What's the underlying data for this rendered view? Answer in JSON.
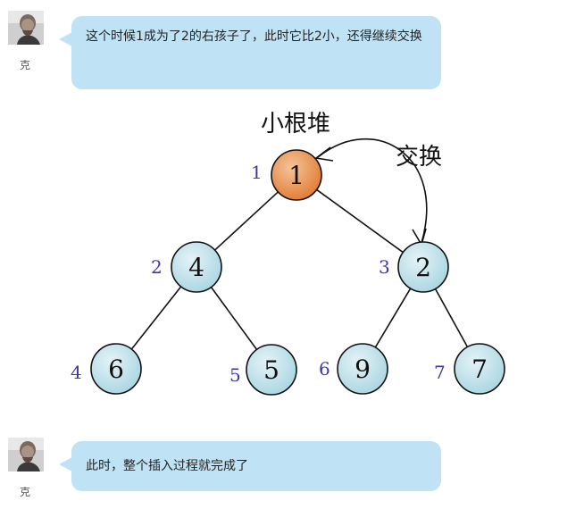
{
  "messages": [
    {
      "sender": "克",
      "text": "这个时候1成为了2的右孩子了，此时它比2小，还得继续交换"
    },
    {
      "sender": "克",
      "text": "此时，整个插入过程就完成了"
    }
  ],
  "diagram": {
    "heap_label": "小根堆",
    "swap_label": "交换",
    "nodes": [
      {
        "value": "1",
        "index": "1",
        "highlight": true
      },
      {
        "value": "4",
        "index": "2",
        "highlight": false
      },
      {
        "value": "2",
        "index": "3",
        "highlight": false
      },
      {
        "value": "6",
        "index": "4",
        "highlight": false
      },
      {
        "value": "5",
        "index": "5",
        "highlight": false
      },
      {
        "value": "9",
        "index": "6",
        "highlight": false
      },
      {
        "value": "7",
        "index": "7",
        "highlight": false
      }
    ],
    "colors": {
      "highlight_fill": "#e58a45",
      "node_fill": "#b9dfe8",
      "index_text": "#3e36a8",
      "bubble": "#bfe3f5"
    }
  }
}
